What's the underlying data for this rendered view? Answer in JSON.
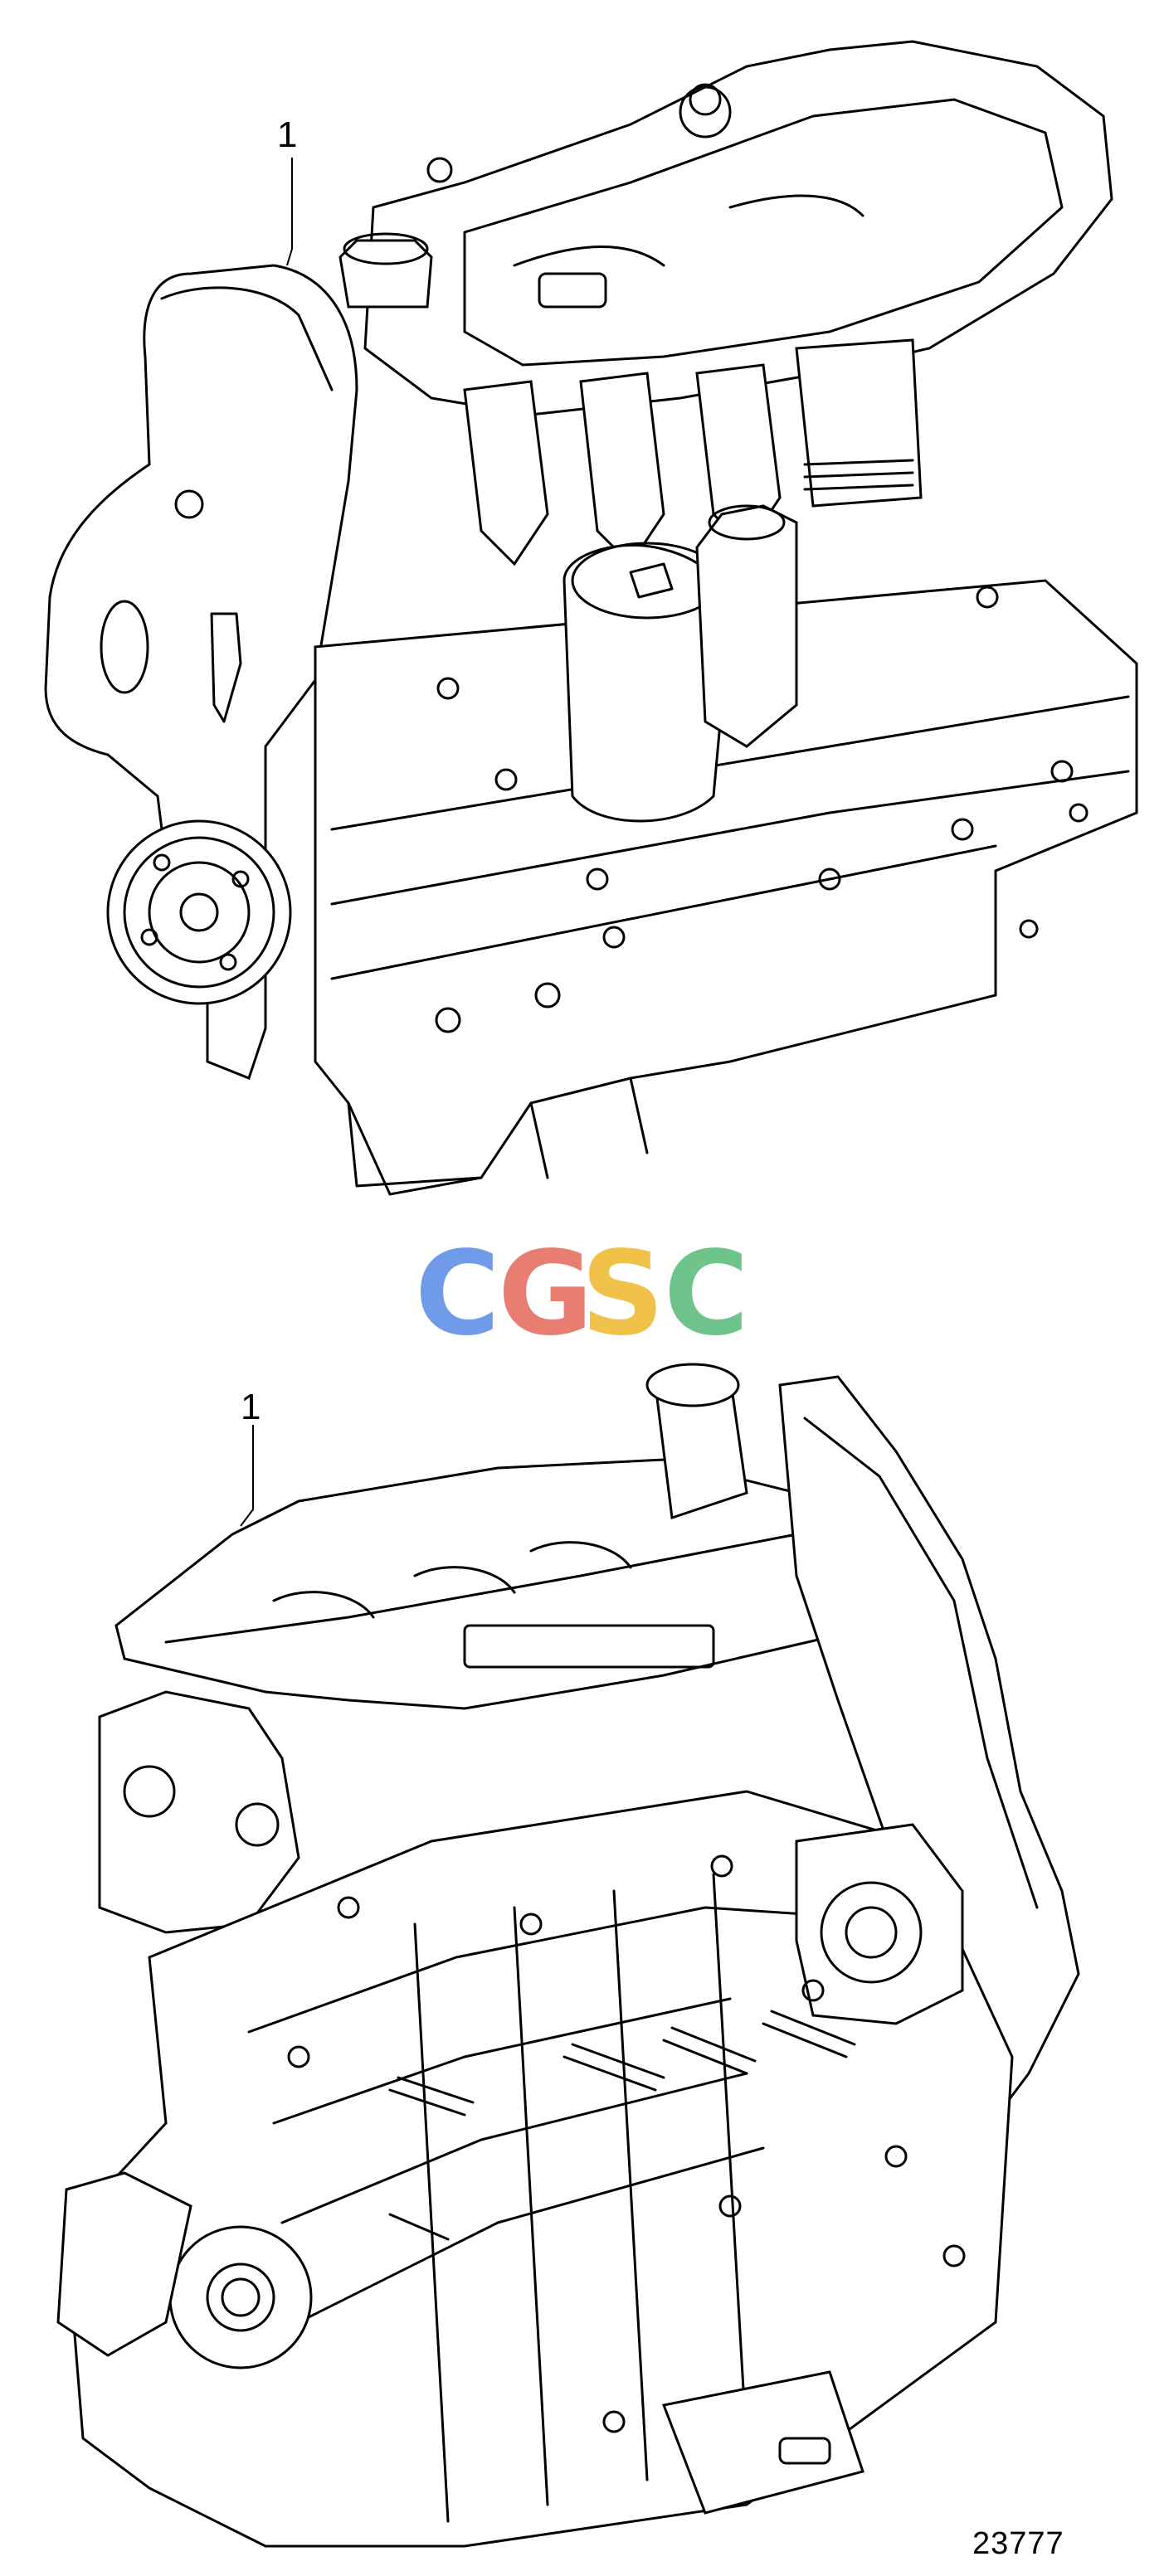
{
  "figure": {
    "callouts": [
      "1",
      "1"
    ],
    "figure_number": "23777"
  },
  "watermark": {
    "letters": [
      "C",
      "G",
      "S",
      "C"
    ],
    "colors": [
      "#6f9be8",
      "#e87d72",
      "#f1c24a",
      "#6fc48c"
    ]
  }
}
